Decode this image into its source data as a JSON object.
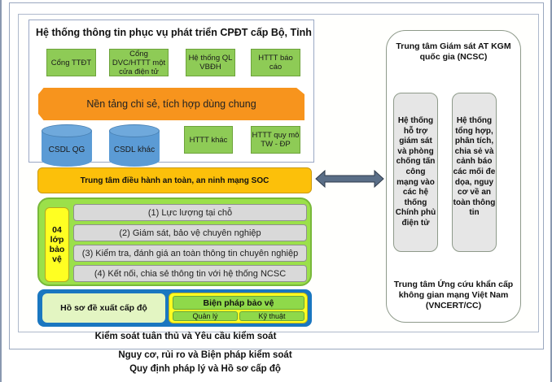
{
  "system_box": {
    "title": "Hệ thống thông tin phục vụ phát triển CPĐT cấp Bộ, Tỉnh",
    "apps": [
      "Cổng TTĐT",
      "Cổng DVC/HTTT một cửa điện tử",
      "Hệ thống QL VBĐH",
      "HTTT báo cáo"
    ],
    "platform": "Nền tảng chi sẻ, tích hợp dùng chung",
    "databases": [
      "CSDL QG",
      "CSDL khác"
    ],
    "other_systems": [
      "HTTT khác",
      "HTTT quy mô TW - ĐP"
    ]
  },
  "soc": {
    "label": "Trung tâm điều hành an toàn, an ninh mạng SOC"
  },
  "connector": {
    "icon": "double-arrow-icon"
  },
  "protection_layers": {
    "label_lines": [
      "04",
      "lớp",
      "bảo",
      "vệ"
    ],
    "items": [
      "(1) Lực lượng tại chỗ",
      "(2) Giám sát, bảo vệ chuyên nghiệp",
      "(3) Kiểm tra, đánh giá an toàn thông tin chuyên nghiệp",
      "(4) Kết nối, chia sẻ thông tin với hệ thống NCSC"
    ]
  },
  "level": {
    "proposal": "Hồ sơ đề xuất cấp độ",
    "measures_title": "Biện pháp bảo vệ",
    "measures": [
      "Quản lý",
      "Kỹ thuật"
    ]
  },
  "captions": {
    "inner": "Kiểm soát tuân thủ và Yêu cầu kiểm soát",
    "middle": "Nguy cơ, rủi ro và Biện pháp kiểm soát",
    "outer": "Quy định pháp lý và Hồ sơ cấp độ"
  },
  "national": {
    "title": "Trung tâm Giám sát AT KGM quốc gia (NCSC)",
    "subsystems": [
      "Hệ thống hỗ trợ giám sát và phòng chống tấn công mạng vào các hệ thống Chính phủ điện tử",
      "Hệ thống tổng hợp, phân tích, chia sẻ và cảnh báo các mối đe dọa, nguy cơ về an toàn thông tin"
    ],
    "footer": "Trung tâm Ứng cứu khẩn cấp không gian mạng Việt Nam (VNCERT/CC)"
  },
  "colors": {
    "app_green": "#8ecb56",
    "platform_orange": "#f7941d",
    "db_blue": "#5b9bd5",
    "soc_yellow": "#fcc00a",
    "layers_green": "#9be04a",
    "level_blue": "#1a77c0",
    "arrow": "#5a6e87"
  }
}
